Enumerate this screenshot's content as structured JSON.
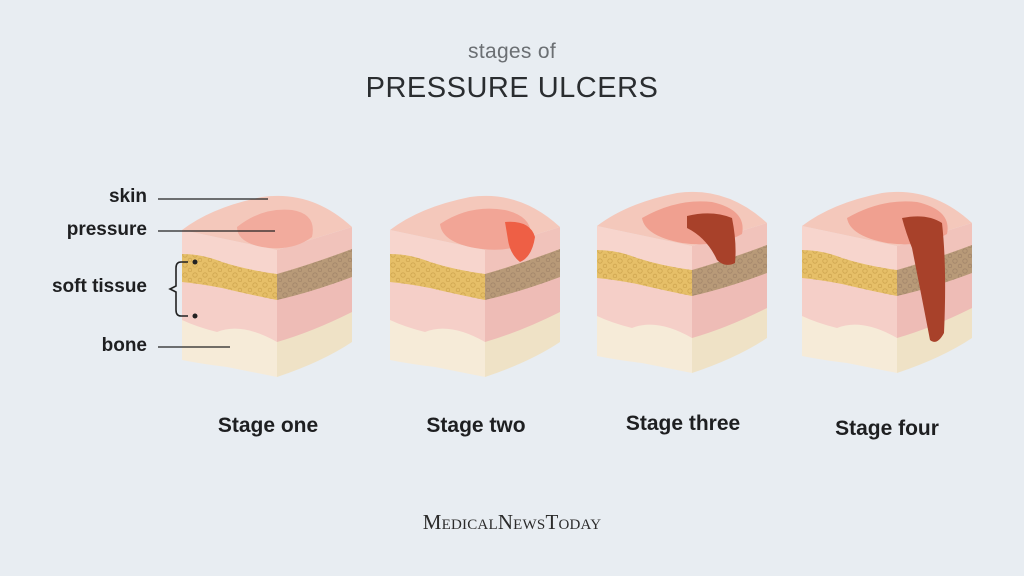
{
  "header": {
    "subtitle": "stages of",
    "title": "PRESSURE ULCERS"
  },
  "labels": {
    "skin": "skin",
    "pressure": "pressure",
    "soft_tissue": "soft tissue",
    "bone": "bone"
  },
  "stages": [
    {
      "label": "Stage one"
    },
    {
      "label": "Stage two"
    },
    {
      "label": "Stage three"
    },
    {
      "label": "Stage four"
    }
  ],
  "brand": "MedicalNewsToday",
  "colors": {
    "background": "#e8edf2",
    "skin_top": "#f3c7b8",
    "skin_side": "#f6d9d2",
    "fat": "#e8c16a",
    "fat_dark": "#b69a7a",
    "bone": "#f6ebd8",
    "wound_light": "#f1a796",
    "wound_red": "#ee6a4f",
    "wound_dark": "#a8432b"
  }
}
